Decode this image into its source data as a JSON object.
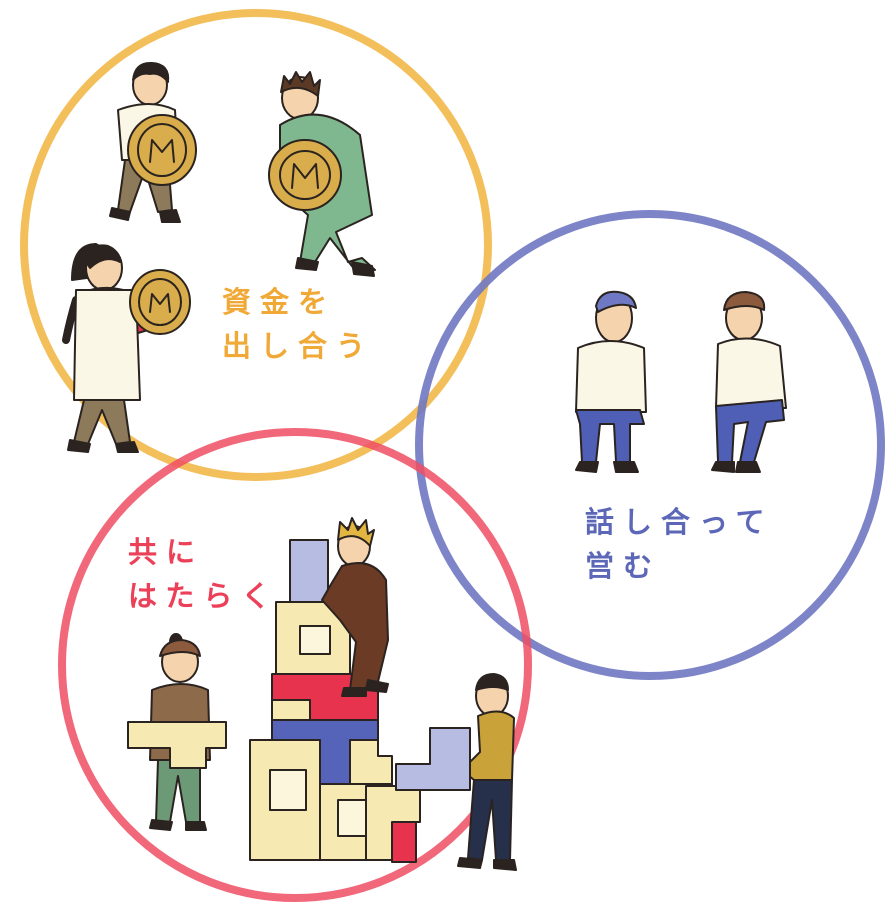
{
  "colors": {
    "funds": "#f2b849",
    "talk": "#6f78c2",
    "work": "#ef4d63",
    "outline": "#2b2320",
    "skin": "#f5d3ad",
    "coin": "#d9ad4b",
    "block_cream": "#f6e9b2",
    "block_red": "#e8334f",
    "block_blue": "#5564b8",
    "block_lavender": "#b7bde2"
  },
  "circles": {
    "funds": {
      "label_lines": [
        "資金を",
        "出し合う"
      ]
    },
    "talk": {
      "label_lines": [
        "話し合って",
        "営む"
      ]
    },
    "work": {
      "label_lines": [
        "共に",
        "はたらく"
      ]
    }
  }
}
